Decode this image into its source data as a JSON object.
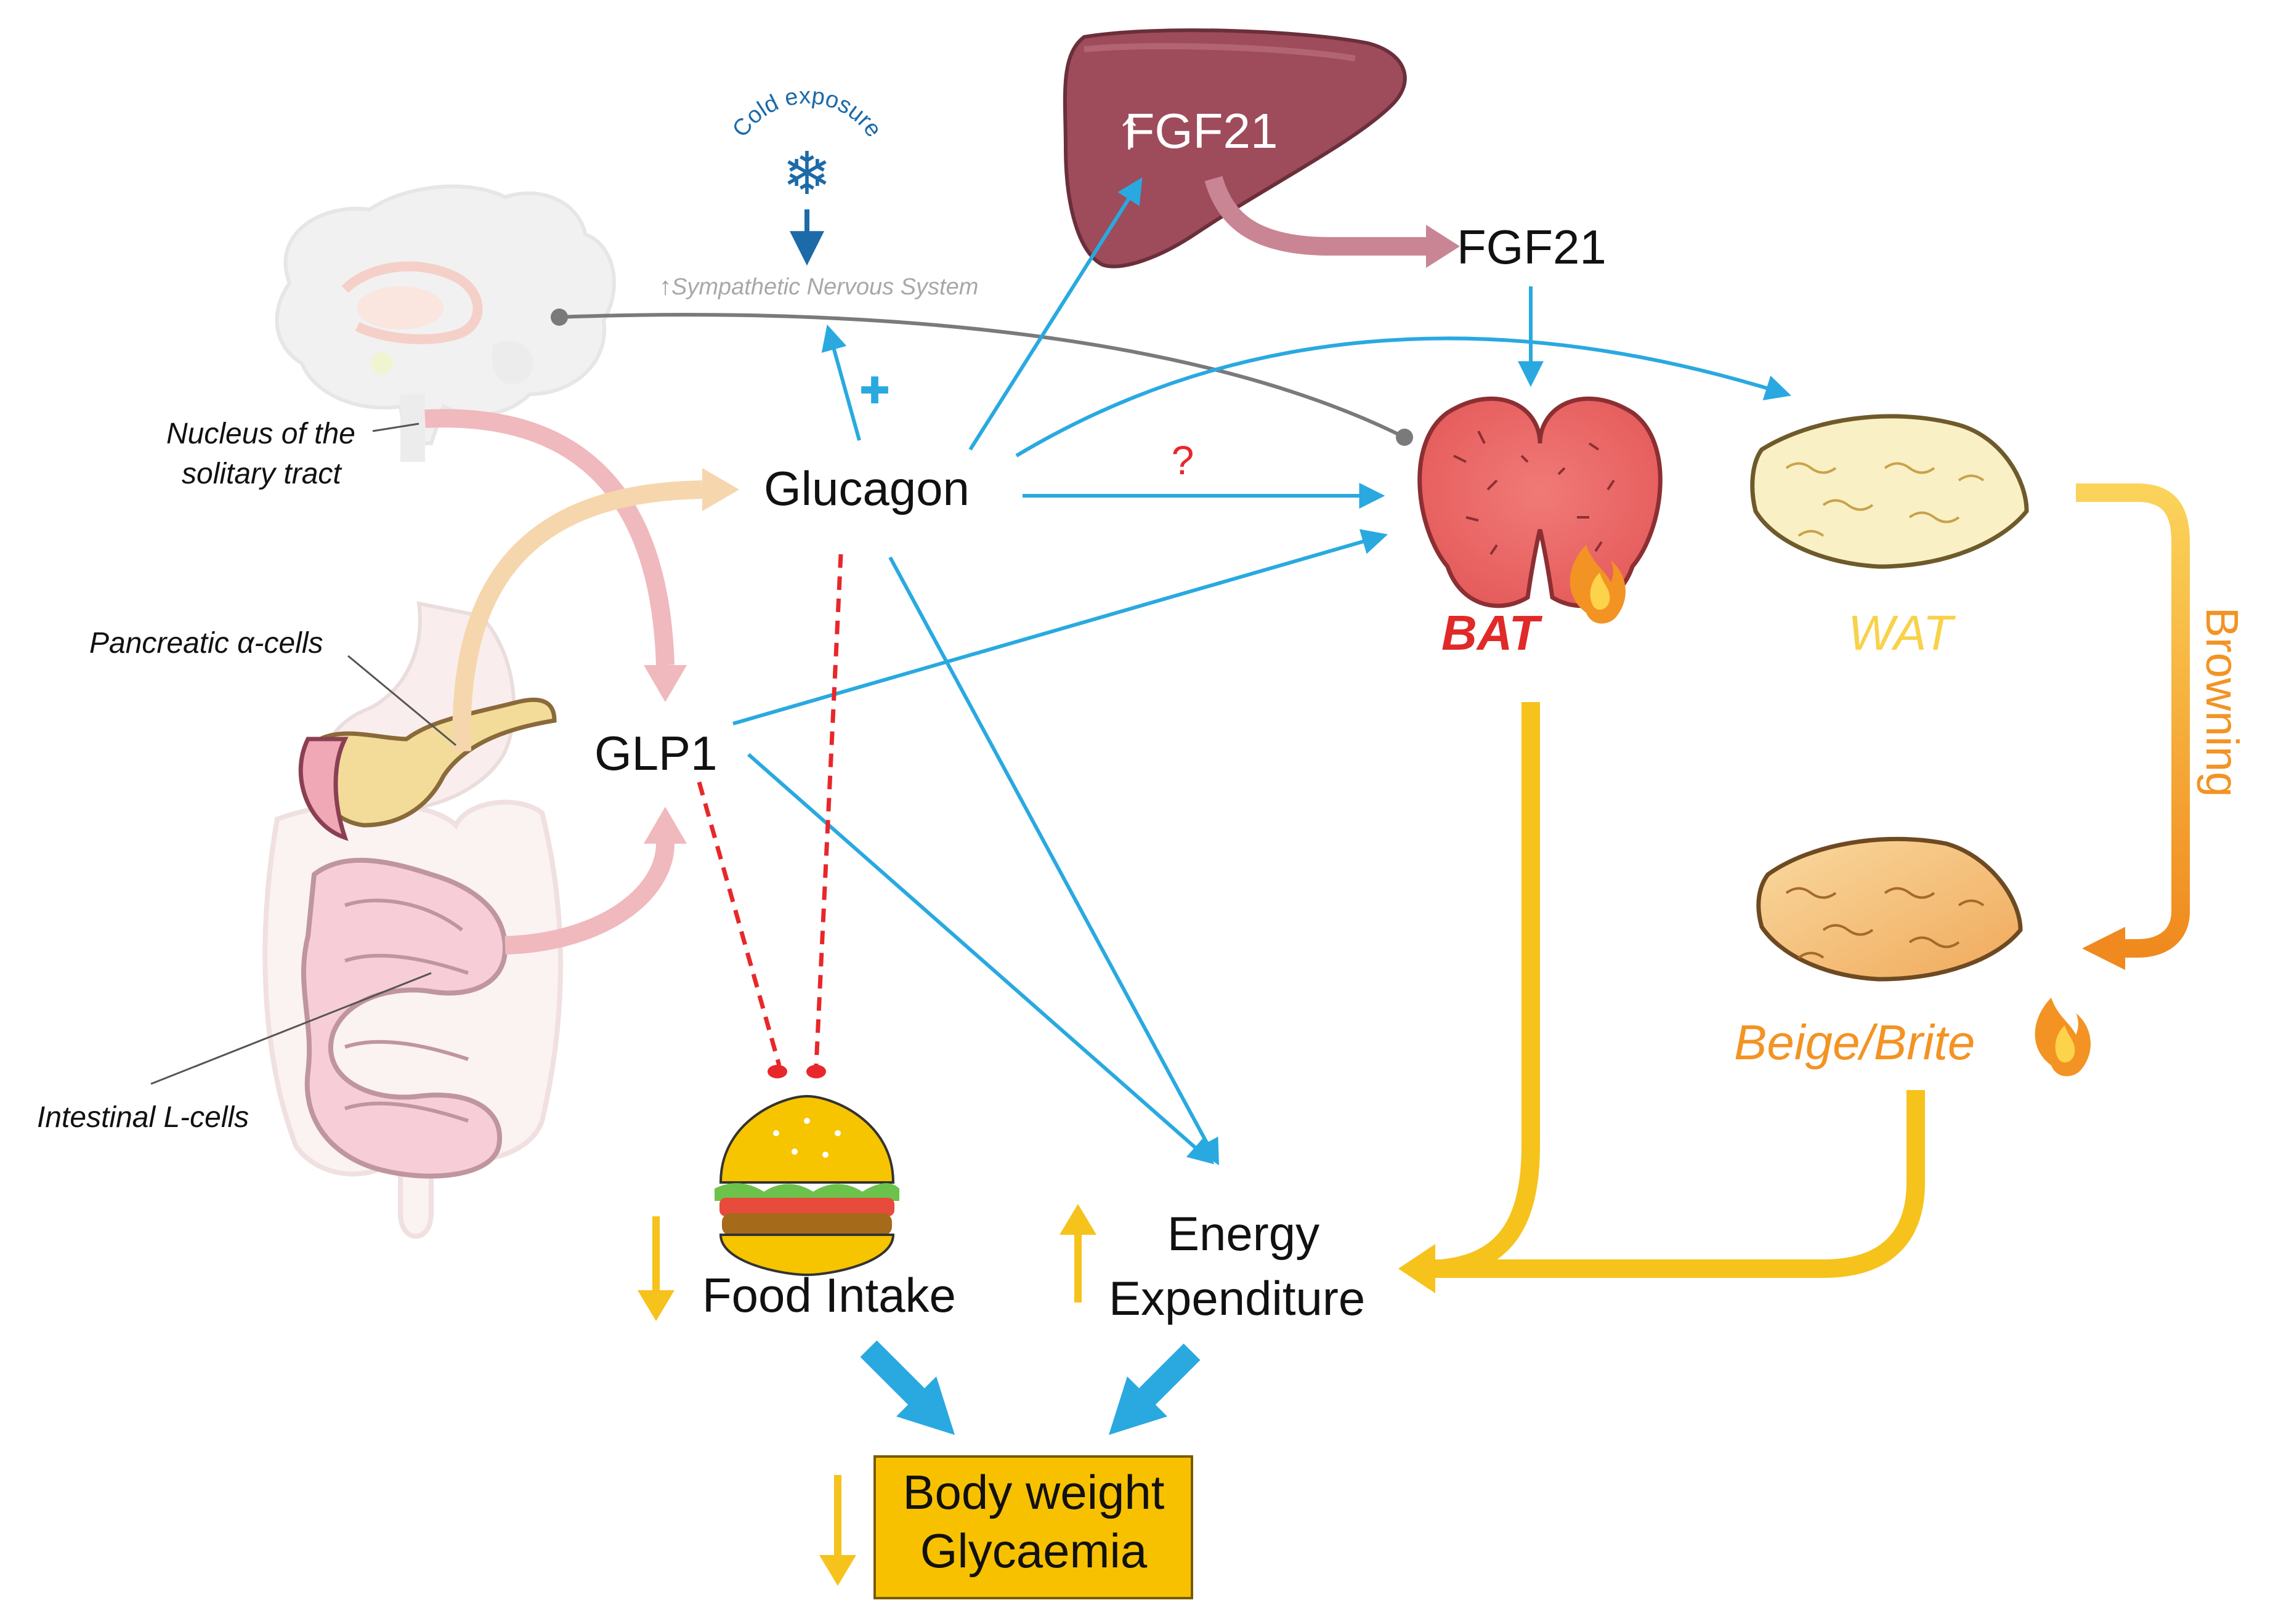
{
  "labels": {
    "cold_exposure": "Cold exposure",
    "sns": "Sympathetic Nervous System",
    "fgf21_liver": "FGF21",
    "fgf21": "FGF21",
    "nucleus_line1": "Nucleus of the",
    "nucleus_line2": "solitary tract",
    "glucagon": "Glucagon",
    "question": "?",
    "pancreatic_cells": "Pancreatic α-cells",
    "glp1": "GLP1",
    "intestinal_cells": "Intestinal L-cells",
    "bat": "BAT",
    "wat": "WAT",
    "browning": "Browning",
    "beige": "Beige/Brite",
    "food_intake": "Food Intake",
    "energy_line1": "Energy",
    "energy_line2": "Expenditure",
    "body_weight": "Body weight",
    "glycaemia": "Glycaemia"
  },
  "colors": {
    "blue_arrow": "#29a9e0",
    "inhibition_red": "#e8272a",
    "gold": "#f6c21c",
    "orange": "#f39323",
    "wat_yellow": "#f8d24a",
    "bat_red": "#e02a28",
    "liver": "#9e4b5b",
    "body_box": "#f8c100",
    "gray_nerve": "#7a7a7a",
    "cold_blue": "#1c6aa8"
  }
}
